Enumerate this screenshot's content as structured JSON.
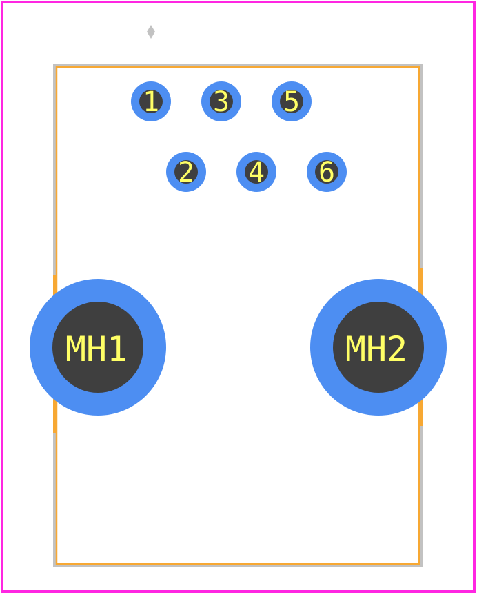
{
  "colors": {
    "background": "#ffffff",
    "courtyard": "#ff26e2",
    "silkscreen": "#c2c2c2",
    "fab_outline": "#f7a833",
    "pad_copper": "#4d8ef2",
    "drill_hole": "#3f3f3f",
    "pad_text": "#ffff66",
    "origin_marker": "#c2c2c2"
  },
  "icons": {
    "origin_marker": "pin-1-origin-diamond-icon"
  },
  "pads": [
    {
      "id": "pin-1",
      "label": "1"
    },
    {
      "id": "pin-2",
      "label": "2"
    },
    {
      "id": "pin-3",
      "label": "3"
    },
    {
      "id": "pin-4",
      "label": "4"
    },
    {
      "id": "pin-5",
      "label": "5"
    },
    {
      "id": "pin-6",
      "label": "6"
    }
  ],
  "mounting_holes": [
    {
      "id": "mh1",
      "label": "MH1"
    },
    {
      "id": "mh2",
      "label": "MH2"
    }
  ]
}
